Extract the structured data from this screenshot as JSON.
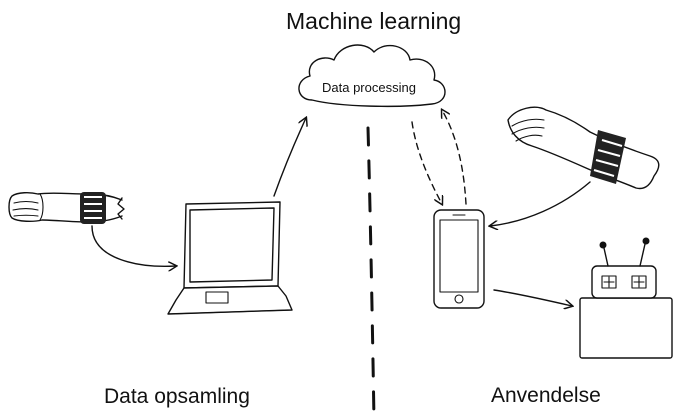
{
  "diagram": {
    "title": "Machine learning",
    "cloud_label": "Data processing",
    "left_caption": "Data opsamling",
    "right_caption": "Anvendelse",
    "ink_color": "#111111",
    "background_color": "#ffffff"
  }
}
